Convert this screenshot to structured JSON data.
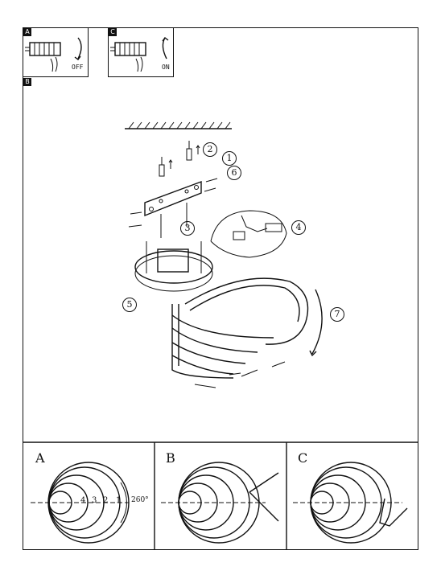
{
  "tags": {
    "a": "A",
    "b": "B",
    "c": "C"
  },
  "switch_panels": {
    "off_label": "OFF",
    "on_label": "ON"
  },
  "callouts": {
    "n1": "1",
    "n2": "2",
    "n3": "3",
    "n4": "4",
    "n5": "5",
    "n6": "6",
    "n7": "7"
  },
  "bottom_panels": {
    "a_label": "A",
    "b_label": "B",
    "c_label": "C",
    "a_rings": [
      "4",
      "3",
      "2",
      "1"
    ],
    "a_angle": "260°"
  }
}
